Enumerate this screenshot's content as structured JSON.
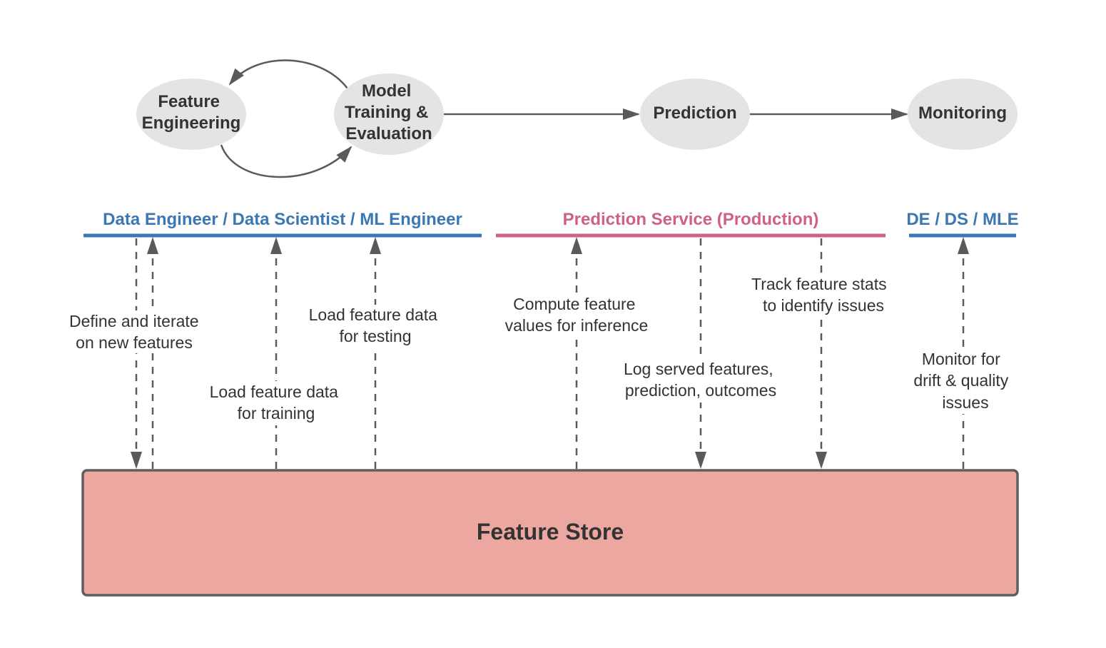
{
  "colors": {
    "node_fill": "#e4e4e4",
    "text": "#333333",
    "arrow": "#5a5a5a",
    "role_blue": "#3a78b5",
    "role_pink": "#cf6282",
    "store_fill": "#eca8a0",
    "store_border": "#5e5e5e"
  },
  "nodes": [
    {
      "id": "feature-engineering",
      "lines": [
        "Feature",
        "Engineering"
      ]
    },
    {
      "id": "model-training",
      "lines": [
        "Model",
        "Training &",
        "Evaluation"
      ]
    },
    {
      "id": "prediction",
      "lines": [
        "Prediction"
      ]
    },
    {
      "id": "monitoring",
      "lines": [
        "Monitoring"
      ]
    }
  ],
  "roles": [
    {
      "id": "data-team",
      "label": "Data Engineer / Data Scientist / ML Engineer",
      "color": "blue"
    },
    {
      "id": "prediction-service",
      "label": "Prediction Service (Production)",
      "color": "pink"
    },
    {
      "id": "de-ds-mle",
      "label": "DE / DS / MLE",
      "color": "blue"
    }
  ],
  "flows": [
    {
      "id": "define-iterate",
      "lines": [
        "Define and iterate",
        "on new features"
      ],
      "direction": "both"
    },
    {
      "id": "load-training",
      "lines": [
        "Load feature data",
        "for training"
      ],
      "direction": "up"
    },
    {
      "id": "load-testing",
      "lines": [
        "Load feature data",
        "for testing"
      ],
      "direction": "up"
    },
    {
      "id": "compute-inference",
      "lines": [
        "Compute feature",
        "values for inference"
      ],
      "direction": "up"
    },
    {
      "id": "log-served",
      "lines": [
        "Log served features,",
        "prediction, outcomes"
      ],
      "direction": "down"
    },
    {
      "id": "track-stats",
      "lines": [
        "Track feature stats",
        "to identify issues"
      ],
      "direction": "down"
    },
    {
      "id": "monitor-drift",
      "lines": [
        "Monitor for",
        "drift & quality",
        "issues"
      ],
      "direction": "up"
    }
  ],
  "store": {
    "label": "Feature Store"
  }
}
